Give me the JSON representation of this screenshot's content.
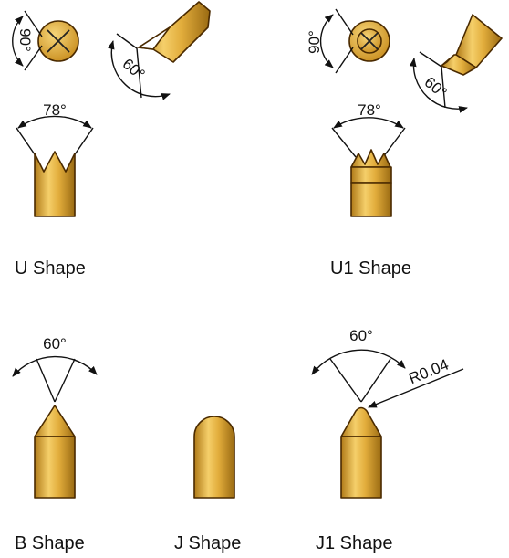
{
  "shapes": {
    "u": {
      "label": "U Shape",
      "angle_top": "78°",
      "angle_side": "90°",
      "angle_tip": "60°"
    },
    "u1": {
      "label": "U1 Shape",
      "angle_top": "78°",
      "angle_side": "90°",
      "angle_tip": "60°"
    },
    "b": {
      "label": "B Shape",
      "angle_top": "60°"
    },
    "j": {
      "label": "J Shape"
    },
    "j1": {
      "label": "J1 Shape",
      "angle_top": "60°",
      "radius": "R0.04"
    }
  },
  "colors": {
    "gold_light": "#f5cf6a",
    "gold_mid": "#d9a22c",
    "gold_dark": "#9a6a12",
    "outline": "#4a2a00"
  }
}
